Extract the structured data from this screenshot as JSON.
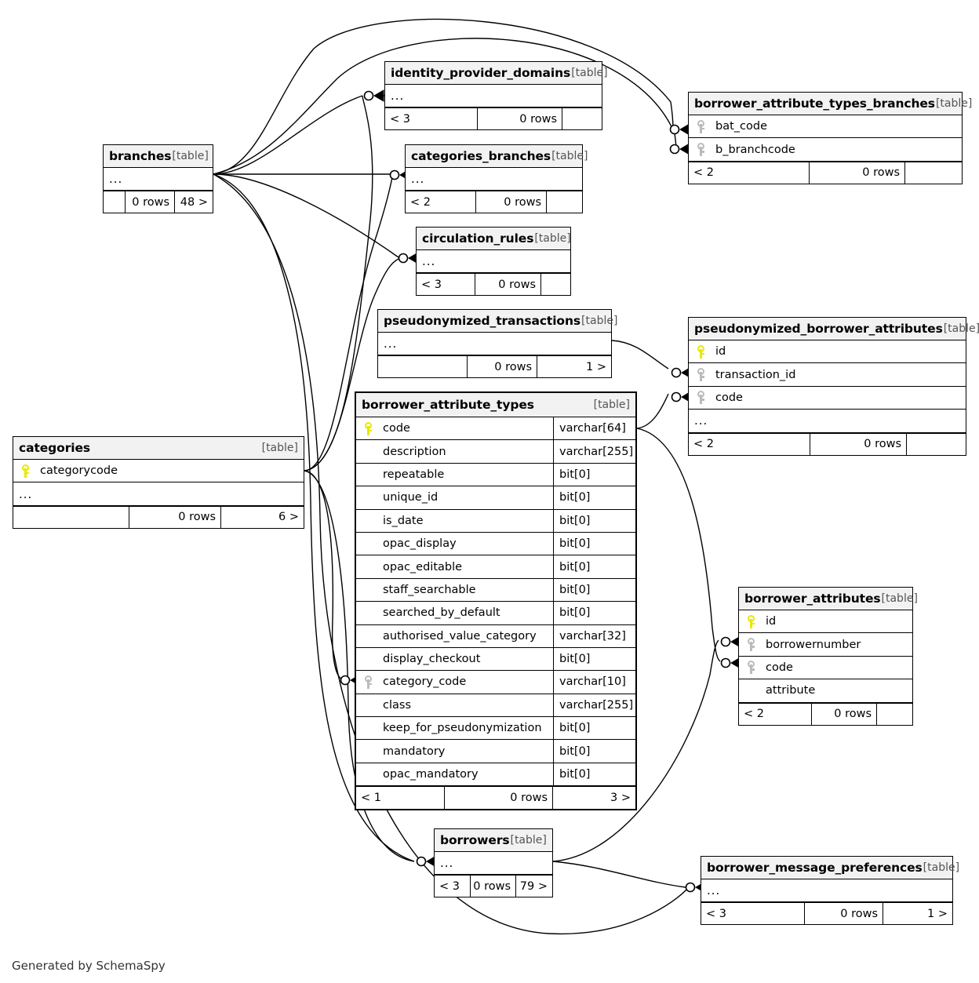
{
  "meta": {
    "credit": "Generated by SchemaSpy",
    "table_tag": "[table]",
    "ellipsis": "...",
    "colors": {
      "primary_key": "#e8e800",
      "foreign_key": "#bbbbbb",
      "header_bg": "#f2f2f2",
      "border": "#000000"
    }
  },
  "tables": {
    "branches": {
      "name": "branches",
      "tag": "[table]",
      "rows": [
        {
          "label": "...",
          "type": ""
        }
      ],
      "footer": {
        "left": "",
        "center": "0 rows",
        "right": "48 >"
      }
    },
    "identity_provider_domains": {
      "name": "identity_provider_domains",
      "tag": "[table]",
      "rows": [
        {
          "label": "...",
          "type": ""
        }
      ],
      "footer": {
        "left": "< 3",
        "center": "0 rows",
        "right": ""
      }
    },
    "categories_branches": {
      "name": "categories_branches",
      "tag": "[table]",
      "rows": [
        {
          "label": "...",
          "type": ""
        }
      ],
      "footer": {
        "left": "< 2",
        "center": "0 rows",
        "right": ""
      }
    },
    "circulation_rules": {
      "name": "circulation_rules",
      "tag": "[table]",
      "rows": [
        {
          "label": "...",
          "type": ""
        }
      ],
      "footer": {
        "left": "< 3",
        "center": "0 rows",
        "right": ""
      }
    },
    "borrower_attribute_types_branches": {
      "name": "borrower_attribute_types_branches",
      "tag": "[table]",
      "rows": [
        {
          "label": "bat_code",
          "key": "fk"
        },
        {
          "label": "b_branchcode",
          "key": "fk"
        }
      ],
      "footer": {
        "left": "< 2",
        "center": "0 rows",
        "right": ""
      }
    },
    "pseudonymized_transactions": {
      "name": "pseudonymized_transactions",
      "tag": "[table]",
      "rows": [
        {
          "label": "...",
          "type": ""
        }
      ],
      "footer": {
        "left": "",
        "center": "0 rows",
        "right": "1 >"
      }
    },
    "pseudonymized_borrower_attributes": {
      "name": "pseudonymized_borrower_attributes",
      "tag": "[table]",
      "rows": [
        {
          "label": "id",
          "key": "pk"
        },
        {
          "label": "transaction_id",
          "key": "fk"
        },
        {
          "label": "code",
          "key": "fk"
        },
        {
          "label": "...",
          "key": ""
        }
      ],
      "footer": {
        "left": "< 2",
        "center": "0 rows",
        "right": ""
      }
    },
    "categories": {
      "name": "categories",
      "tag": "[table]",
      "rows": [
        {
          "label": "categorycode",
          "key": "pk"
        },
        {
          "label": "...",
          "key": ""
        }
      ],
      "footer": {
        "left": "",
        "center": "0 rows",
        "right": "6 >"
      }
    },
    "borrower_attribute_types": {
      "name": "borrower_attribute_types",
      "tag": "[table]",
      "columns": [
        {
          "label": "code",
          "type": "varchar[64]",
          "key": "pk"
        },
        {
          "label": "description",
          "type": "varchar[255]",
          "key": ""
        },
        {
          "label": "repeatable",
          "type": "bit[0]",
          "key": ""
        },
        {
          "label": "unique_id",
          "type": "bit[0]",
          "key": ""
        },
        {
          "label": "is_date",
          "type": "bit[0]",
          "key": ""
        },
        {
          "label": "opac_display",
          "type": "bit[0]",
          "key": ""
        },
        {
          "label": "opac_editable",
          "type": "bit[0]",
          "key": ""
        },
        {
          "label": "staff_searchable",
          "type": "bit[0]",
          "key": ""
        },
        {
          "label": "searched_by_default",
          "type": "bit[0]",
          "key": ""
        },
        {
          "label": "authorised_value_category",
          "type": "varchar[32]",
          "key": ""
        },
        {
          "label": "display_checkout",
          "type": "bit[0]",
          "key": ""
        },
        {
          "label": "category_code",
          "type": "varchar[10]",
          "key": "fk"
        },
        {
          "label": "class",
          "type": "varchar[255]",
          "key": ""
        },
        {
          "label": "keep_for_pseudonymization",
          "type": "bit[0]",
          "key": ""
        },
        {
          "label": "mandatory",
          "type": "bit[0]",
          "key": ""
        },
        {
          "label": "opac_mandatory",
          "type": "bit[0]",
          "key": ""
        }
      ],
      "footer": {
        "left": "< 1",
        "center": "0 rows",
        "right": "3 >"
      }
    },
    "borrower_attributes": {
      "name": "borrower_attributes",
      "tag": "[table]",
      "rows": [
        {
          "label": "id",
          "key": "pk"
        },
        {
          "label": "borrowernumber",
          "key": "fk"
        },
        {
          "label": "code",
          "key": "fk"
        },
        {
          "label": "attribute",
          "key": ""
        }
      ],
      "footer": {
        "left": "< 2",
        "center": "0 rows",
        "right": ""
      }
    },
    "borrowers": {
      "name": "borrowers",
      "tag": "[table]",
      "rows": [
        {
          "label": "...",
          "type": ""
        }
      ],
      "footer": {
        "left": "< 3",
        "center": "0 rows",
        "right": "79 >"
      }
    },
    "borrower_message_preferences": {
      "name": "borrower_message_preferences",
      "tag": "[table]",
      "rows": [
        {
          "label": "...",
          "type": ""
        }
      ],
      "footer": {
        "left": "< 3",
        "center": "0 rows",
        "right": "1 >"
      }
    }
  }
}
